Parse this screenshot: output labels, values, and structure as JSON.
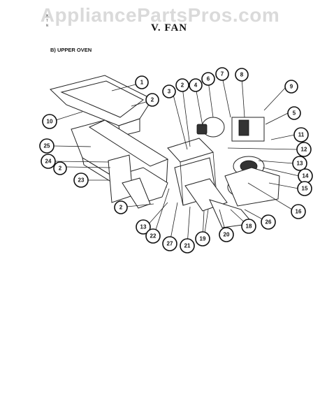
{
  "watermark": "AppliancePartsPros.com",
  "header": {
    "model_lines": [
      "M",
      "T",
      "N"
    ],
    "section_title": "V. FAN",
    "subsection_title": "B) UPPER OVEN"
  },
  "callouts": [
    {
      "id": "c1",
      "label": "1"
    },
    {
      "id": "c2a",
      "label": "2"
    },
    {
      "id": "c10",
      "label": "10"
    },
    {
      "id": "c3",
      "label": "3"
    },
    {
      "id": "c2b",
      "label": "2"
    },
    {
      "id": "c4",
      "label": "4"
    },
    {
      "id": "c6",
      "label": "6"
    },
    {
      "id": "c7",
      "label": "7"
    },
    {
      "id": "c8",
      "label": "8"
    },
    {
      "id": "c9",
      "label": "9"
    },
    {
      "id": "c5",
      "label": "5"
    },
    {
      "id": "c11",
      "label": "11"
    },
    {
      "id": "c12",
      "label": "12"
    },
    {
      "id": "c13a",
      "label": "13"
    },
    {
      "id": "c14",
      "label": "14"
    },
    {
      "id": "c15",
      "label": "15"
    },
    {
      "id": "c16",
      "label": "16"
    },
    {
      "id": "c25",
      "label": "25"
    },
    {
      "id": "c24",
      "label": "24"
    },
    {
      "id": "c2c",
      "label": "2"
    },
    {
      "id": "c23",
      "label": "23"
    },
    {
      "id": "c2d",
      "label": "2"
    },
    {
      "id": "c13b",
      "label": "13"
    },
    {
      "id": "c22",
      "label": "22"
    },
    {
      "id": "c27",
      "label": "27"
    },
    {
      "id": "c21",
      "label": "21"
    },
    {
      "id": "c19",
      "label": "19"
    },
    {
      "id": "c20",
      "label": "20"
    },
    {
      "id": "c18",
      "label": "18"
    },
    {
      "id": "c26",
      "label": "26"
    }
  ]
}
